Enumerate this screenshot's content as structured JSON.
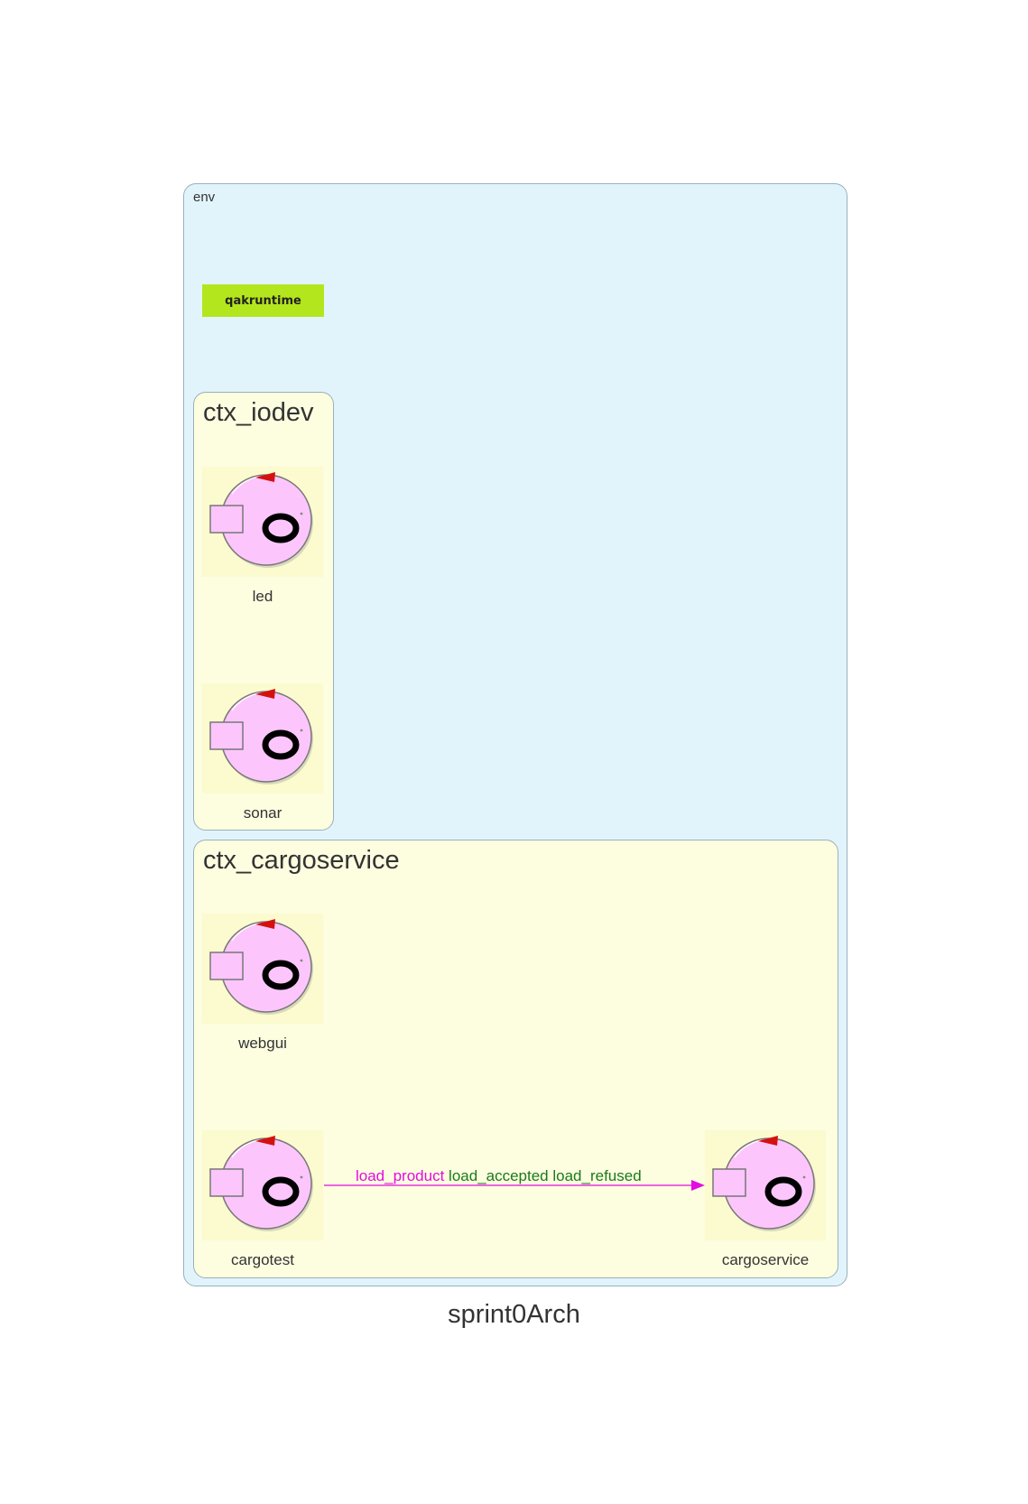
{
  "env": {
    "label": "env"
  },
  "runtime": {
    "label": "qakruntime",
    "color": "#b4e61e"
  },
  "contexts": {
    "iodev": {
      "title": "ctx_iodev"
    },
    "cargoservice": {
      "title": "ctx_cargoservice"
    }
  },
  "actors": {
    "led": {
      "label": "led",
      "icon": "actor-icon"
    },
    "sonar": {
      "label": "sonar",
      "icon": "actor-icon"
    },
    "webgui": {
      "label": "webgui",
      "icon": "actor-icon"
    },
    "cargotest": {
      "label": "cargotest",
      "icon": "actor-icon"
    },
    "cargoservice": {
      "label": "cargoservice",
      "icon": "actor-icon"
    }
  },
  "edge": {
    "from": "cargotest",
    "to": "cargoservice",
    "request": "load_product",
    "replies": "load_accepted load_refused",
    "request_color": "#e00ee0",
    "reply_color": "#1a7a1a"
  },
  "diagram_title": "sprint0Arch"
}
